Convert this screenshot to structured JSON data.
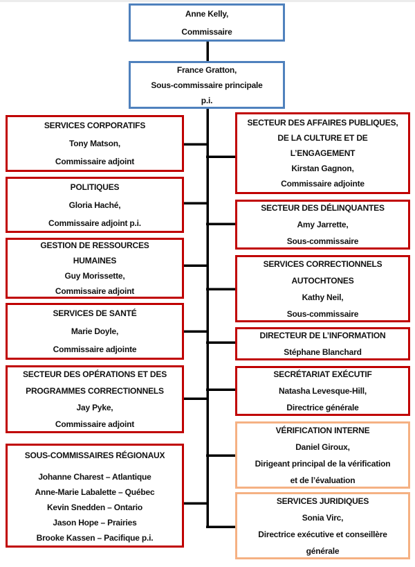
{
  "palette": {
    "blue_border": "#4f81bd",
    "red_border": "#c00000",
    "orange_border": "#f5b183",
    "connector_line": "#000000",
    "top_strip": "#ececec",
    "text": "#111111",
    "background": "#ffffff"
  },
  "org": {
    "top": [
      {
        "id": "commissioner",
        "border": "blue",
        "lines": [
          "Anne Kelly,",
          "Commissaire"
        ]
      },
      {
        "id": "senior-deputy-commissioner",
        "border": "blue",
        "lines": [
          "France Gratton,",
          "Sous-commissaire principale",
          "p.i."
        ]
      }
    ],
    "left": [
      {
        "id": "corporate-services",
        "border": "red",
        "lines": [
          "SERVICES CORPORATIFS",
          "Tony Matson,",
          "Commissaire adjoint"
        ]
      },
      {
        "id": "policy",
        "border": "red",
        "lines": [
          "POLITIQUES",
          "Gloria Haché,",
          "Commissaire adjoint p.i."
        ]
      },
      {
        "id": "human-resources",
        "border": "red",
        "lines": [
          "GESTION DE RESSOURCES",
          "HUMAINES",
          "Guy Morissette,",
          "Commissaire adjoint"
        ]
      },
      {
        "id": "health-services",
        "border": "red",
        "lines": [
          "SERVICES DE SANTÉ",
          "Marie Doyle,",
          "Commissaire adjointe"
        ]
      },
      {
        "id": "operations-programs",
        "border": "red",
        "lines": [
          "SECTEUR DES OPÉRATIONS ET DES",
          "PROGRAMMES CORRECTIONNELS",
          "Jay Pyke,",
          "Commissaire adjoint"
        ]
      },
      {
        "id": "regional-deputy-commissioners",
        "border": "red",
        "lines": [
          "SOUS-COMMISSAIRES RÉGIONAUX",
          "Johanne Charest – Atlantique",
          "Anne-Marie Labalette – Québec",
          "Kevin Snedden – Ontario",
          "Jason Hope – Prairies",
          "Brooke Kassen – Pacifique p.i."
        ]
      }
    ],
    "right": [
      {
        "id": "public-affairs",
        "border": "red",
        "lines": [
          "SECTEUR DES AFFAIRES PUBLIQUES,",
          "DE LA CULTURE ET DE",
          "L’ENGAGEMENT",
          "Kirstan Gagnon,",
          "Commissaire adjointe"
        ]
      },
      {
        "id": "women-offenders",
        "border": "red",
        "lines": [
          "SECTEUR DES DÉLINQUANTES",
          "Amy Jarrette,",
          "Sous-commissaire"
        ]
      },
      {
        "id": "indigenous-corrections",
        "border": "red",
        "lines": [
          "SERVICES CORRECTIONNELS",
          "AUTOCHTONES",
          "Kathy Neil,",
          "Sous-commissaire"
        ]
      },
      {
        "id": "chief-information-officer",
        "border": "red",
        "lines": [
          "DIRECTEUR DE L’INFORMATION",
          "Stéphane Blanchard"
        ]
      },
      {
        "id": "executive-secretariat",
        "border": "red",
        "lines": [
          "SECRÉTARIAT EXÉCUTIF",
          "Natasha Levesque-Hill,",
          "Directrice générale"
        ]
      },
      {
        "id": "internal-audit",
        "border": "orange",
        "lines": [
          "VÉRIFICATION INTERNE",
          "Daniel Giroux,",
          "Dirigeant principal de la vérification",
          "et de l’évaluation"
        ]
      },
      {
        "id": "legal-services",
        "border": "orange",
        "lines": [
          "SERVICES JURIDIQUES",
          "Sonia Virc,",
          "Directrice exécutive et conseillère",
          "générale"
        ]
      }
    ]
  }
}
